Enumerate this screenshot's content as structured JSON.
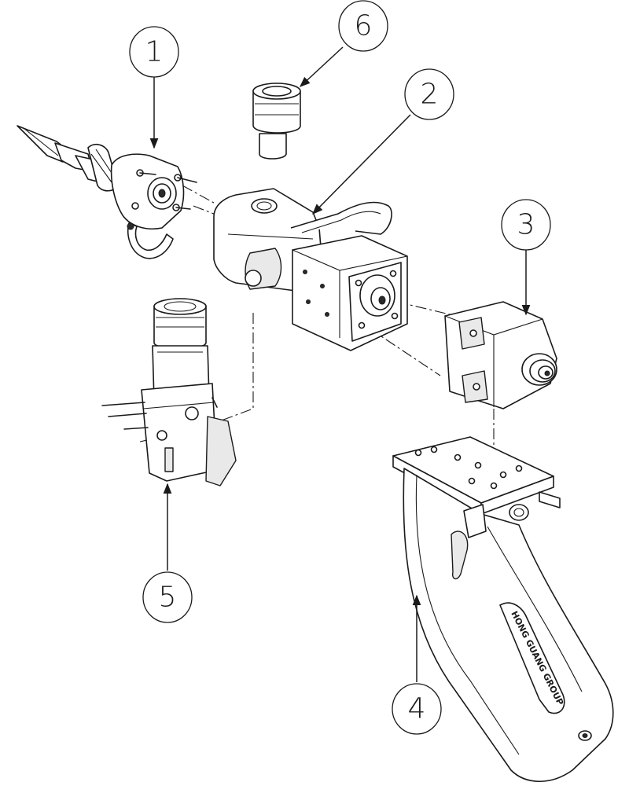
{
  "callouts": [
    {
      "id": "1",
      "label": "1"
    },
    {
      "id": "2",
      "label": "2"
    },
    {
      "id": "3",
      "label": "3"
    },
    {
      "id": "4",
      "label": "4"
    },
    {
      "id": "5",
      "label": "5"
    },
    {
      "id": "6",
      "label": "6"
    }
  ],
  "handle_brand_text": "HONG GUANG GROUP",
  "colors": {
    "line": "#1a1a1a",
    "background": "#ffffff"
  }
}
